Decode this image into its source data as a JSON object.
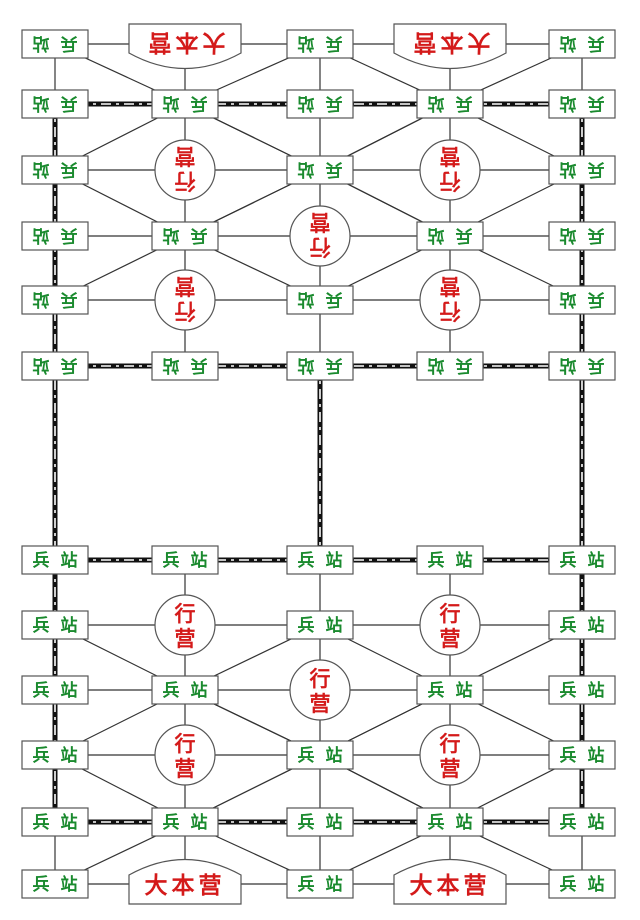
{
  "board": {
    "colors": {
      "line": "#333333",
      "rail": "#111111",
      "station_text": "#1a8a2e",
      "camp_text": "#d41a1a",
      "hq_text": "#d41a1a",
      "frame": "#555555"
    },
    "labels": {
      "station": [
        "兵",
        "站"
      ],
      "camp": [
        "行",
        "营"
      ],
      "hq": "大本营"
    }
  }
}
